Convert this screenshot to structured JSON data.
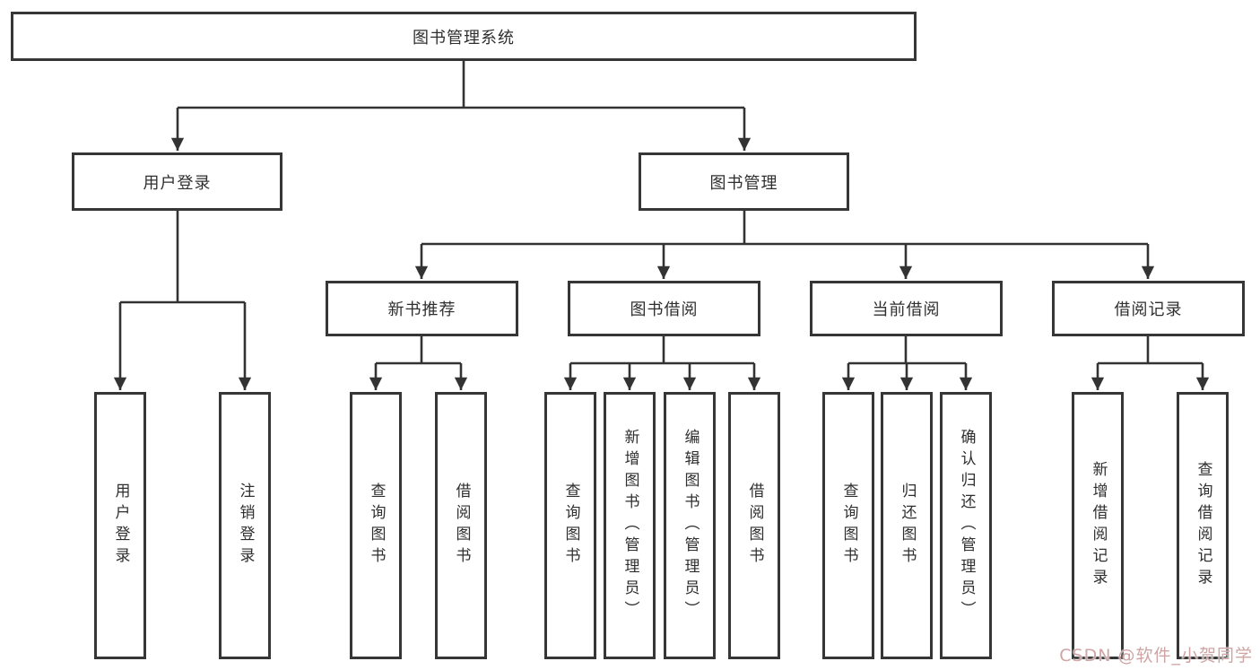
{
  "diagram": {
    "type": "hierarchy-tree",
    "root": "图书管理系统",
    "branches": [
      {
        "label": "用户登录",
        "children": [
          "用户登录",
          "注销登录"
        ]
      },
      {
        "label": "图书管理",
        "children": [
          {
            "label": "新书推荐",
            "children": [
              "查询图书",
              "借阅图书"
            ]
          },
          {
            "label": "图书借阅",
            "children": [
              "查询图书",
              "新增图书（管理员）",
              "编辑图书（管理员）",
              "借阅图书"
            ]
          },
          {
            "label": "当前借阅",
            "children": [
              "查询图书",
              "归还图书",
              "确认归还（管理员）"
            ]
          },
          {
            "label": "借阅记录",
            "children": [
              "新增借阅记录",
              "查询借阅记录"
            ]
          }
        ]
      }
    ],
    "colors": {
      "line": "#333333",
      "box_border": "#363636",
      "box_background": "#ffffff",
      "text": "#2f2f2f",
      "watermark": "#cfa4a4"
    }
  },
  "watermark": {
    "text": "CSDN @软件_小贺同学"
  }
}
